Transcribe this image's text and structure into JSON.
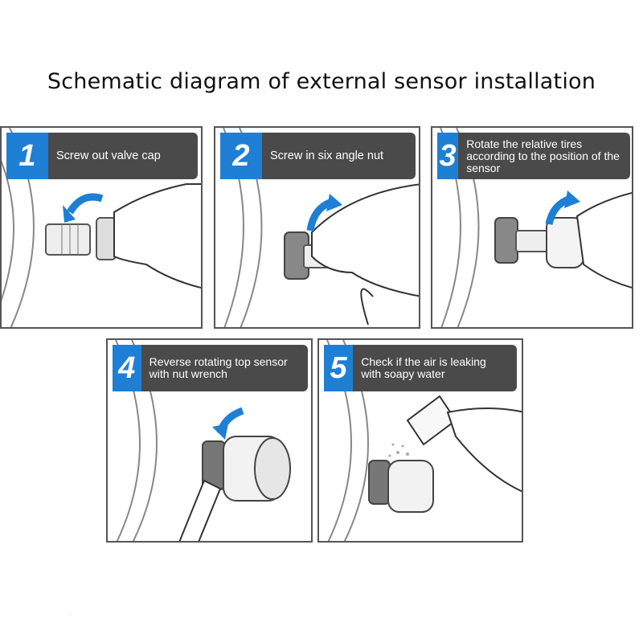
{
  "title": "Schematic diagram of external sensor installation",
  "steps": [
    {
      "number": "1",
      "text": "Screw out valve cap"
    },
    {
      "number": "2",
      "text": "Screw in six angle nut"
    },
    {
      "number": "3",
      "text": "Rotate the relative tires according to the position of the sensor"
    },
    {
      "number": "4",
      "text": "Reverse rotating top sensor with nut wrench"
    },
    {
      "number": "5",
      "text": "Check if the air is leaking with soapy water"
    }
  ],
  "colors": {
    "accent": "#1f7fd4",
    "label_bg": "#4a4a4a",
    "arrow": "#1f7fd4"
  },
  "footer_mark": "·"
}
